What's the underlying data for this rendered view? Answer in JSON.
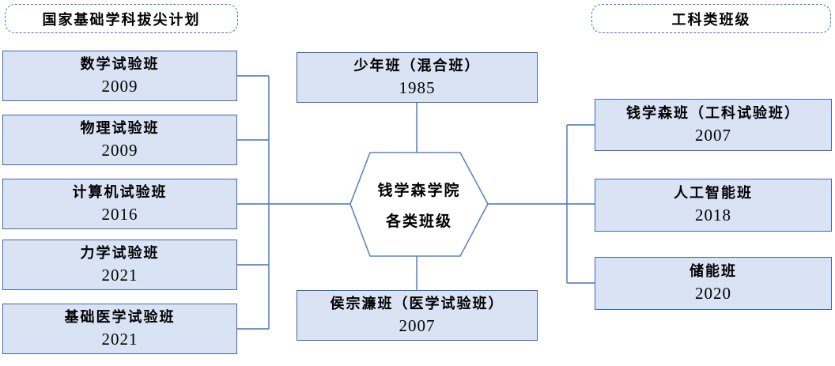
{
  "headers": {
    "left": {
      "label": "国家基础学科拔尖计划"
    },
    "right": {
      "label": "工科类班级"
    }
  },
  "center_hexagon": {
    "line1": "钱学森学院",
    "line2": "各类班级"
  },
  "top_node": {
    "label": "少年班（混合班）",
    "year": "1985"
  },
  "bottom_node": {
    "label": "侯宗濂班（医学试验班）",
    "year": "2007"
  },
  "left_nodes": [
    {
      "label": "数学试验班",
      "year": "2009"
    },
    {
      "label": "物理试验班",
      "year": "2009"
    },
    {
      "label": "计算机试验班",
      "year": "2016"
    },
    {
      "label": "力学试验班",
      "year": "2021"
    },
    {
      "label": "基础医学试验班",
      "year": "2021"
    }
  ],
  "right_nodes": [
    {
      "label": "钱学森班（工科试验班）",
      "year": "2007"
    },
    {
      "label": "人工智能班",
      "year": "2018"
    },
    {
      "label": "储能班",
      "year": "2020"
    }
  ],
  "colors": {
    "node_fill": "#dae3f3",
    "node_border": "#3f66b0",
    "connector": "#4472c4",
    "hexagon_border": "#5b84c8",
    "dashed_border": "#4472c4",
    "text": "#000000"
  }
}
